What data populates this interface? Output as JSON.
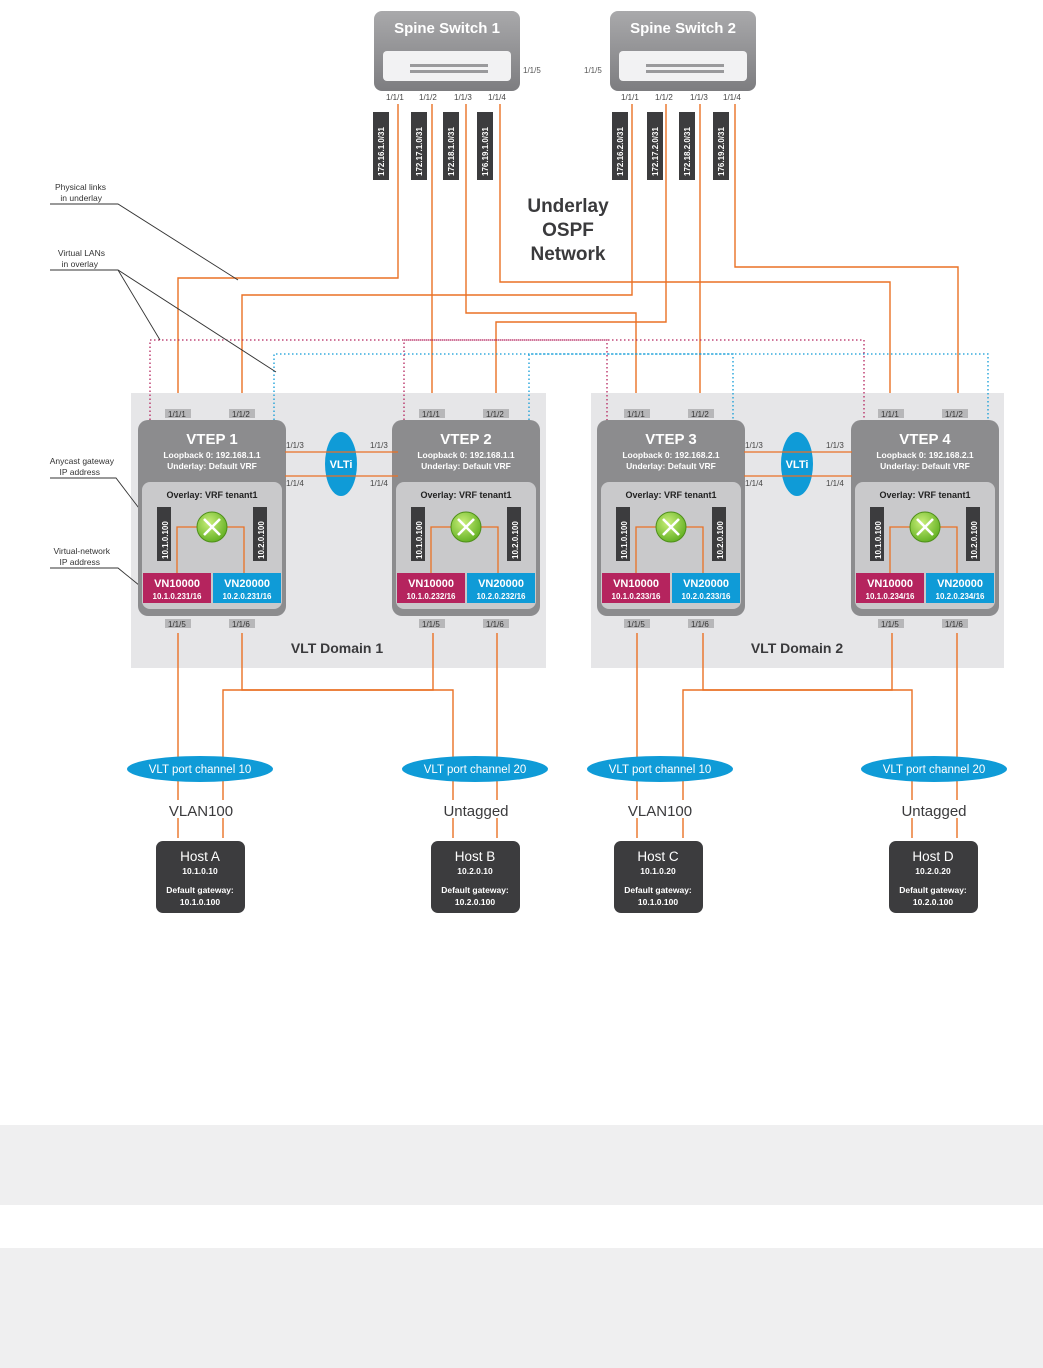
{
  "title": {
    "line1": "Underlay",
    "line2": "OSPF",
    "line3": "Network"
  },
  "colors": {
    "underlay": "#ea7125",
    "vn10000": "#b5245e",
    "vn20000": "#0f9bd7",
    "switch": "#8c8c8e",
    "host": "#3c3c3e",
    "domain": "#e6e6e8",
    "overlay": "#c9c9cb"
  },
  "spines": [
    {
      "name": "Spine Switch 1",
      "side_port": "1/1/5",
      "ports": [
        "1/1/1",
        "1/1/2",
        "1/1/3",
        "1/1/4"
      ],
      "links": [
        "172.16.1.0/31",
        "172.17.1.0/31",
        "172.18.1.0/31",
        "176.19.1.0/31"
      ]
    },
    {
      "name": "Spine Switch 2",
      "side_port": "1/1/5",
      "ports": [
        "1/1/1",
        "1/1/2",
        "1/1/3",
        "1/1/4"
      ],
      "links": [
        "172.16.2.0/31",
        "172.17.2.0/31",
        "172.18.2.0/31",
        "176.19.2.0/31"
      ]
    }
  ],
  "callouts": {
    "physical_links": [
      "Physical links",
      "in underlay"
    ],
    "virtual_lans": [
      "Virtual LANs",
      "in overlay"
    ],
    "anycast_gateway": [
      "Anycast gateway",
      "IP address"
    ],
    "virtual_network": [
      "Virtual-network",
      "IP address"
    ]
  },
  "domains": [
    "VLT Domain 1",
    "VLT Domain 2"
  ],
  "vlti": "VLTi",
  "vlti_ports": [
    "1/1/3",
    "1/1/4"
  ],
  "vteps": [
    {
      "name": "VTEP 1",
      "loopback": "Loopback 0: 192.168.1.1",
      "underlay": "Underlay: Default VRF",
      "overlay": "Overlay: VRF tenant1",
      "uplinks": [
        "1/1/1",
        "1/1/2"
      ],
      "downlinks": [
        "1/1/5",
        "1/1/6"
      ],
      "gw1": "10.1.0.100",
      "gw2": "10.2.0.100",
      "vn1": {
        "name": "VN10000",
        "ip": "10.1.0.231/16"
      },
      "vn2": {
        "name": "VN20000",
        "ip": "10.2.0.231/16"
      }
    },
    {
      "name": "VTEP 2",
      "loopback": "Loopback 0: 192.168.1.1",
      "underlay": "Underlay: Default VRF",
      "overlay": "Overlay: VRF tenant1",
      "uplinks": [
        "1/1/1",
        "1/1/2"
      ],
      "downlinks": [
        "1/1/5",
        "1/1/6"
      ],
      "gw1": "10.1.0.100",
      "gw2": "10.2.0.100",
      "vn1": {
        "name": "VN10000",
        "ip": "10.1.0.232/16"
      },
      "vn2": {
        "name": "VN20000",
        "ip": "10.2.0.232/16"
      }
    },
    {
      "name": "VTEP 3",
      "loopback": "Loopback 0: 192.168.2.1",
      "underlay": "Underlay: Default VRF",
      "overlay": "Overlay: VRF tenant1",
      "uplinks": [
        "1/1/1",
        "1/1/2"
      ],
      "downlinks": [
        "1/1/5",
        "1/1/6"
      ],
      "gw1": "10.1.0.100",
      "gw2": "10.2.0.100",
      "vn1": {
        "name": "VN10000",
        "ip": "10.1.0.233/16"
      },
      "vn2": {
        "name": "VN20000",
        "ip": "10.2.0.233/16"
      }
    },
    {
      "name": "VTEP 4",
      "loopback": "Loopback 0: 192.168.2.1",
      "underlay": "Underlay: Default VRF",
      "overlay": "Overlay: VRF tenant1",
      "uplinks": [
        "1/1/1",
        "1/1/2"
      ],
      "downlinks": [
        "1/1/5",
        "1/1/6"
      ],
      "gw1": "10.1.0.100",
      "gw2": "10.2.0.100",
      "vn1": {
        "name": "VN10000",
        "ip": "10.1.0.234/16"
      },
      "vn2": {
        "name": "VN20000",
        "ip": "10.2.0.234/16"
      }
    }
  ],
  "port_channels": [
    "VLT port channel 10",
    "VLT port channel 20",
    "VLT port channel 10",
    "VLT port channel 20"
  ],
  "vlan_labels": [
    "VLAN100",
    "Untagged",
    "VLAN100",
    "Untagged"
  ],
  "hosts": [
    {
      "name": "Host A",
      "ip": "10.1.0.10",
      "gw_label": "Default gateway:",
      "gw": "10.1.0.100"
    },
    {
      "name": "Host B",
      "ip": "10.2.0.10",
      "gw_label": "Default gateway:",
      "gw": "10.2.0.100"
    },
    {
      "name": "Host C",
      "ip": "10.1.0.20",
      "gw_label": "Default gateway:",
      "gw": "10.1.0.100"
    },
    {
      "name": "Host D",
      "ip": "10.2.0.20",
      "gw_label": "Default gateway:",
      "gw": "10.2.0.100"
    }
  ]
}
